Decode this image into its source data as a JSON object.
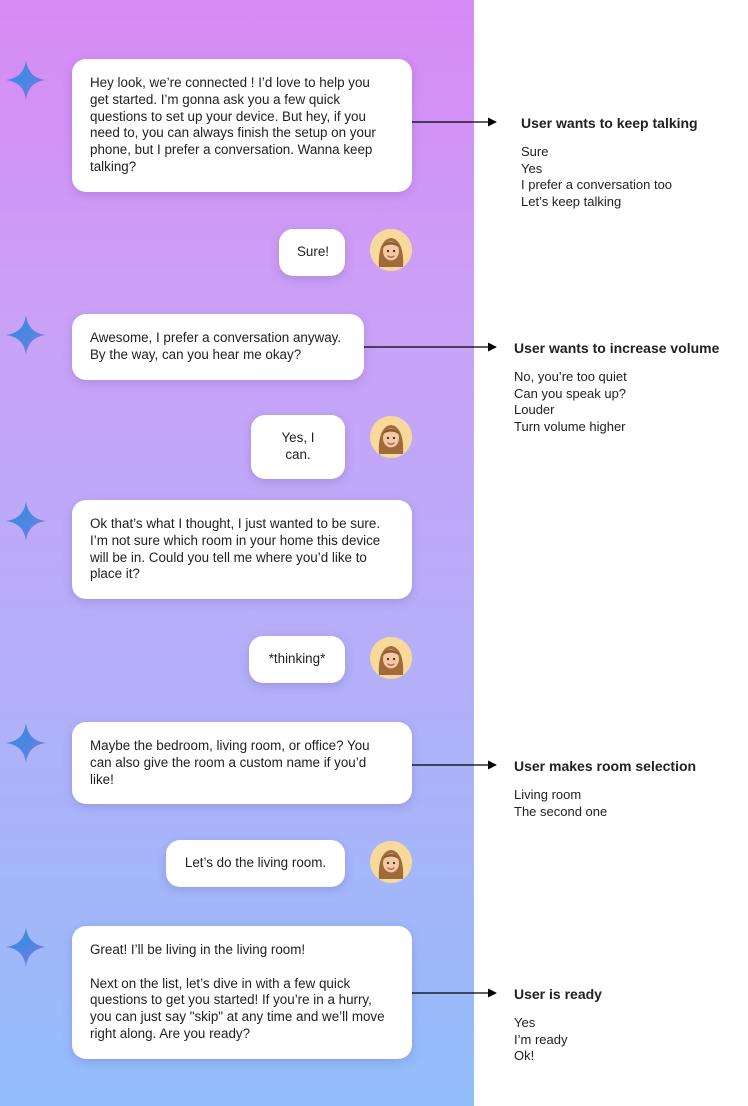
{
  "conversation": [
    {
      "role": "assistant",
      "text": "Hey look, we’re connected ! I’d love to help you\nget started. I’m gonna ask you a few quick\nquestions to set up your device. But hey, if you\nneed to, you can always finish the setup on your\nphone, but I prefer a conversation. Wanna keep\ntalking?"
    },
    {
      "role": "user",
      "text": "Sure!"
    },
    {
      "role": "assistant",
      "text": "Awesome, I prefer a conversation anyway.\nBy the way, can you hear me okay?"
    },
    {
      "role": "user",
      "text": "Yes, I can."
    },
    {
      "role": "assistant",
      "text": "Ok that’s what I thought, I just wanted to be sure.\nI’m not sure which room in your home this device\nwill be in. Could you tell me where you’d like to\nplace it?"
    },
    {
      "role": "user",
      "text": "*thinking*"
    },
    {
      "role": "assistant",
      "text": "Maybe the bedroom, living room, or office? You\ncan also give the room a custom name if you’d\nlike!"
    },
    {
      "role": "user",
      "text": "Let’s do the living room."
    },
    {
      "role": "assistant",
      "text": "Great! I’ll be living in the living room!\n\nNext on the list, let’s dive in with a few quick\nquestions to get you started! If you’re in a hurry,\nyou can just say \"skip\" at any time and we’ll move\nright along. Are you ready?"
    }
  ],
  "intents": [
    {
      "title": "User wants to keep talking",
      "examples": [
        "Sure",
        "Yes",
        "I prefer a conversation too",
        "Let’s keep talking"
      ]
    },
    {
      "title": "User wants to increase volume",
      "examples": [
        "No, you’re too quiet",
        "Can you speak up?",
        "Louder",
        "Turn volume higher"
      ]
    },
    {
      "title": "User makes room selection",
      "examples": [
        "Living room",
        "The second one"
      ]
    },
    {
      "title": "User is ready",
      "examples": [
        "Yes",
        "I’m ready",
        "Ok!"
      ]
    }
  ],
  "colors": {
    "panel_top": "#d78af4",
    "panel_bottom": "#92bdfb",
    "bubble": "#ffffff",
    "text": "#202124",
    "avatar_bg": "#f7d99b",
    "sparkle_blue": "#3d8be6",
    "sparkle_violet": "#9c6fe0"
  },
  "icons": {
    "assistant": "gemini-sparkle-icon",
    "user": "memoji-avatar-icon"
  }
}
